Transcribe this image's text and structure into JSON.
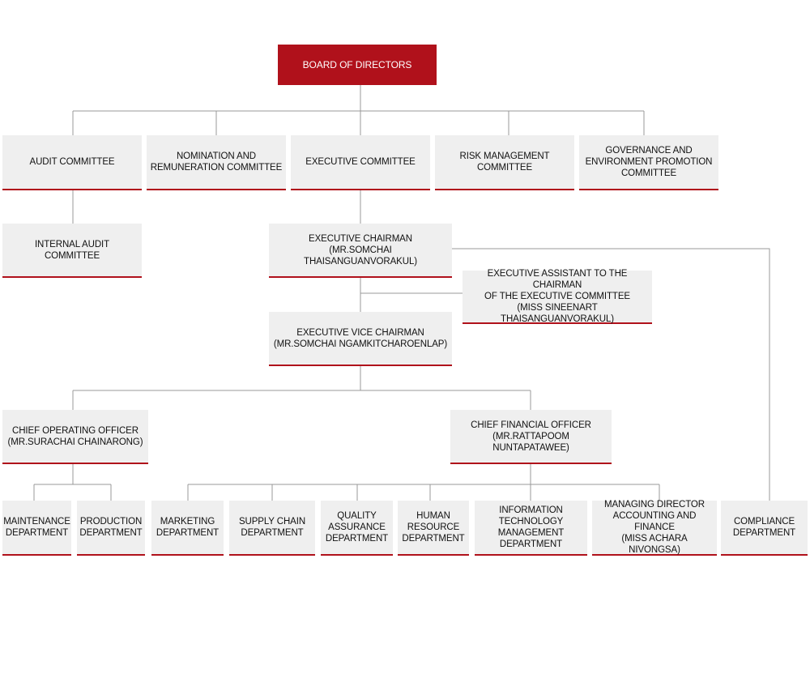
{
  "colors": {
    "accent": "#b0111b",
    "box_fill": "#efefef",
    "line": "#999999"
  },
  "board": {
    "label": "BOARD OF DIRECTORS"
  },
  "committees": {
    "audit": "AUDIT COMMITTEE",
    "nomination": "NOMINATION AND\nREMUNERATION COMMITTEE",
    "executive": "EXECUTIVE COMMITTEE",
    "risk": "RISK MANAGEMENT\nCOMMITTEE",
    "governance": "GOVERNANCE AND\nENVIRONMENT PROMOTION\nCOMMITTEE",
    "internal_audit": "INTERNAL AUDIT\nCOMMITTEE"
  },
  "executives": {
    "chairman": "EXECUTIVE CHAIRMAN\n(MR.SOMCHAI  THAISANGUANVORAKUL)",
    "assistant": "EXECUTIVE ASSISTANT TO THE CHAIRMAN\nOF THE EXECUTIVE COMMITTEE\n(MISS SINEENART THAISANGUANVORAKUL)",
    "vice_chairman": "EXECUTIVE VICE CHAIRMAN\n(MR.SOMCHAI NGAMKITCHAROENLAP)",
    "coo": "CHIEF OPERATING OFFICER\n(MR.SURACHAI CHAINARONG)",
    "cfo": "CHIEF FINANCIAL OFFICER\n(MR.RATTAPOOM NUNTAPATAWEE)"
  },
  "departments": {
    "maintenance": "MAINTENANCE\nDEPARTMENT",
    "production": "PRODUCTION\nDEPARTMENT",
    "marketing": "MARKETING\nDEPARTMENT",
    "supply_chain": "SUPPLY CHAIN\nDEPARTMENT",
    "quality": "QUALITY\nASSURANCE\nDEPARTMENT",
    "human_resource": "HUMAN\nRESOURCE\nDEPARTMENT",
    "it": "INFORMATION\nTECHNOLOGY\nMANAGEMENT\nDEPARTMENT",
    "md_accounting": "MANAGING DIRECTOR\nACCOUNTING AND FINANCE\n(MISS ACHARA NIVONGSA)",
    "compliance": "COMPLIANCE\nDEPARTMENT"
  }
}
